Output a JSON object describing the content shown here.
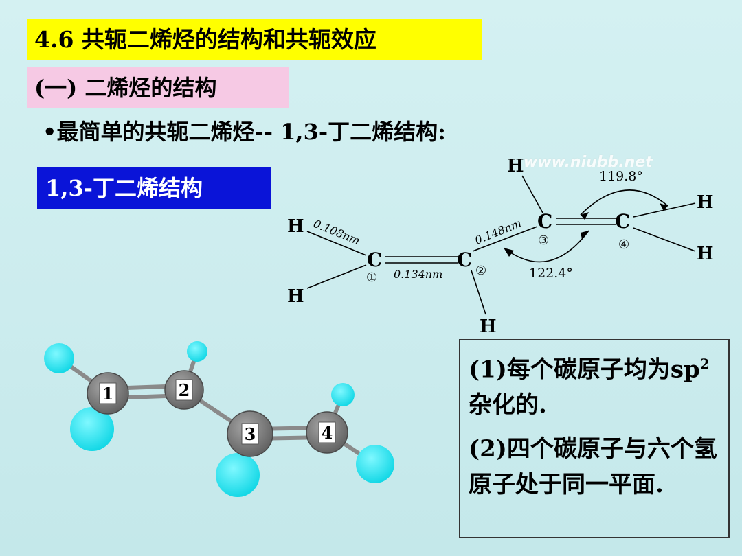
{
  "title": "4.6 共轭二烯烃的结构和共轭效应",
  "subtitle": "(一) 二烯烃的结构",
  "bullet": "•最简单的共轭二烯烃-- 1,3-丁二烯结构:",
  "label": "1,3-丁二烯结构",
  "watermark": "www.niubb.net",
  "structure": {
    "atom_c": "C",
    "atom_h": "H",
    "bond_c1_h": "0.108nm",
    "bond_c1_c2": "0.134nm",
    "bond_c2_c3": "0.148nm",
    "angle_c2": "122.4°",
    "angle_c3": "119.8°",
    "numbers": [
      "①",
      "②",
      "③",
      "④"
    ]
  },
  "ball_model": {
    "labels": [
      "1",
      "2",
      "3",
      "4"
    ],
    "colors": {
      "carbon": "#7b7b7b",
      "hydrogen": "#1fe0ec",
      "bond": "#8a8a8a"
    }
  },
  "notes": {
    "note1_prefix": "(1)每个碳原子均为sp",
    "note1_sup": "2",
    "note1_suffix": "杂化的.",
    "note2": "(2)四个碳原子与六个氢原子处于同一平面."
  },
  "colors": {
    "title_bg": "#ffff00",
    "subtitle_bg": "#f6c9e4",
    "label_bg": "#0a14d8",
    "background": "#cdeef0"
  }
}
